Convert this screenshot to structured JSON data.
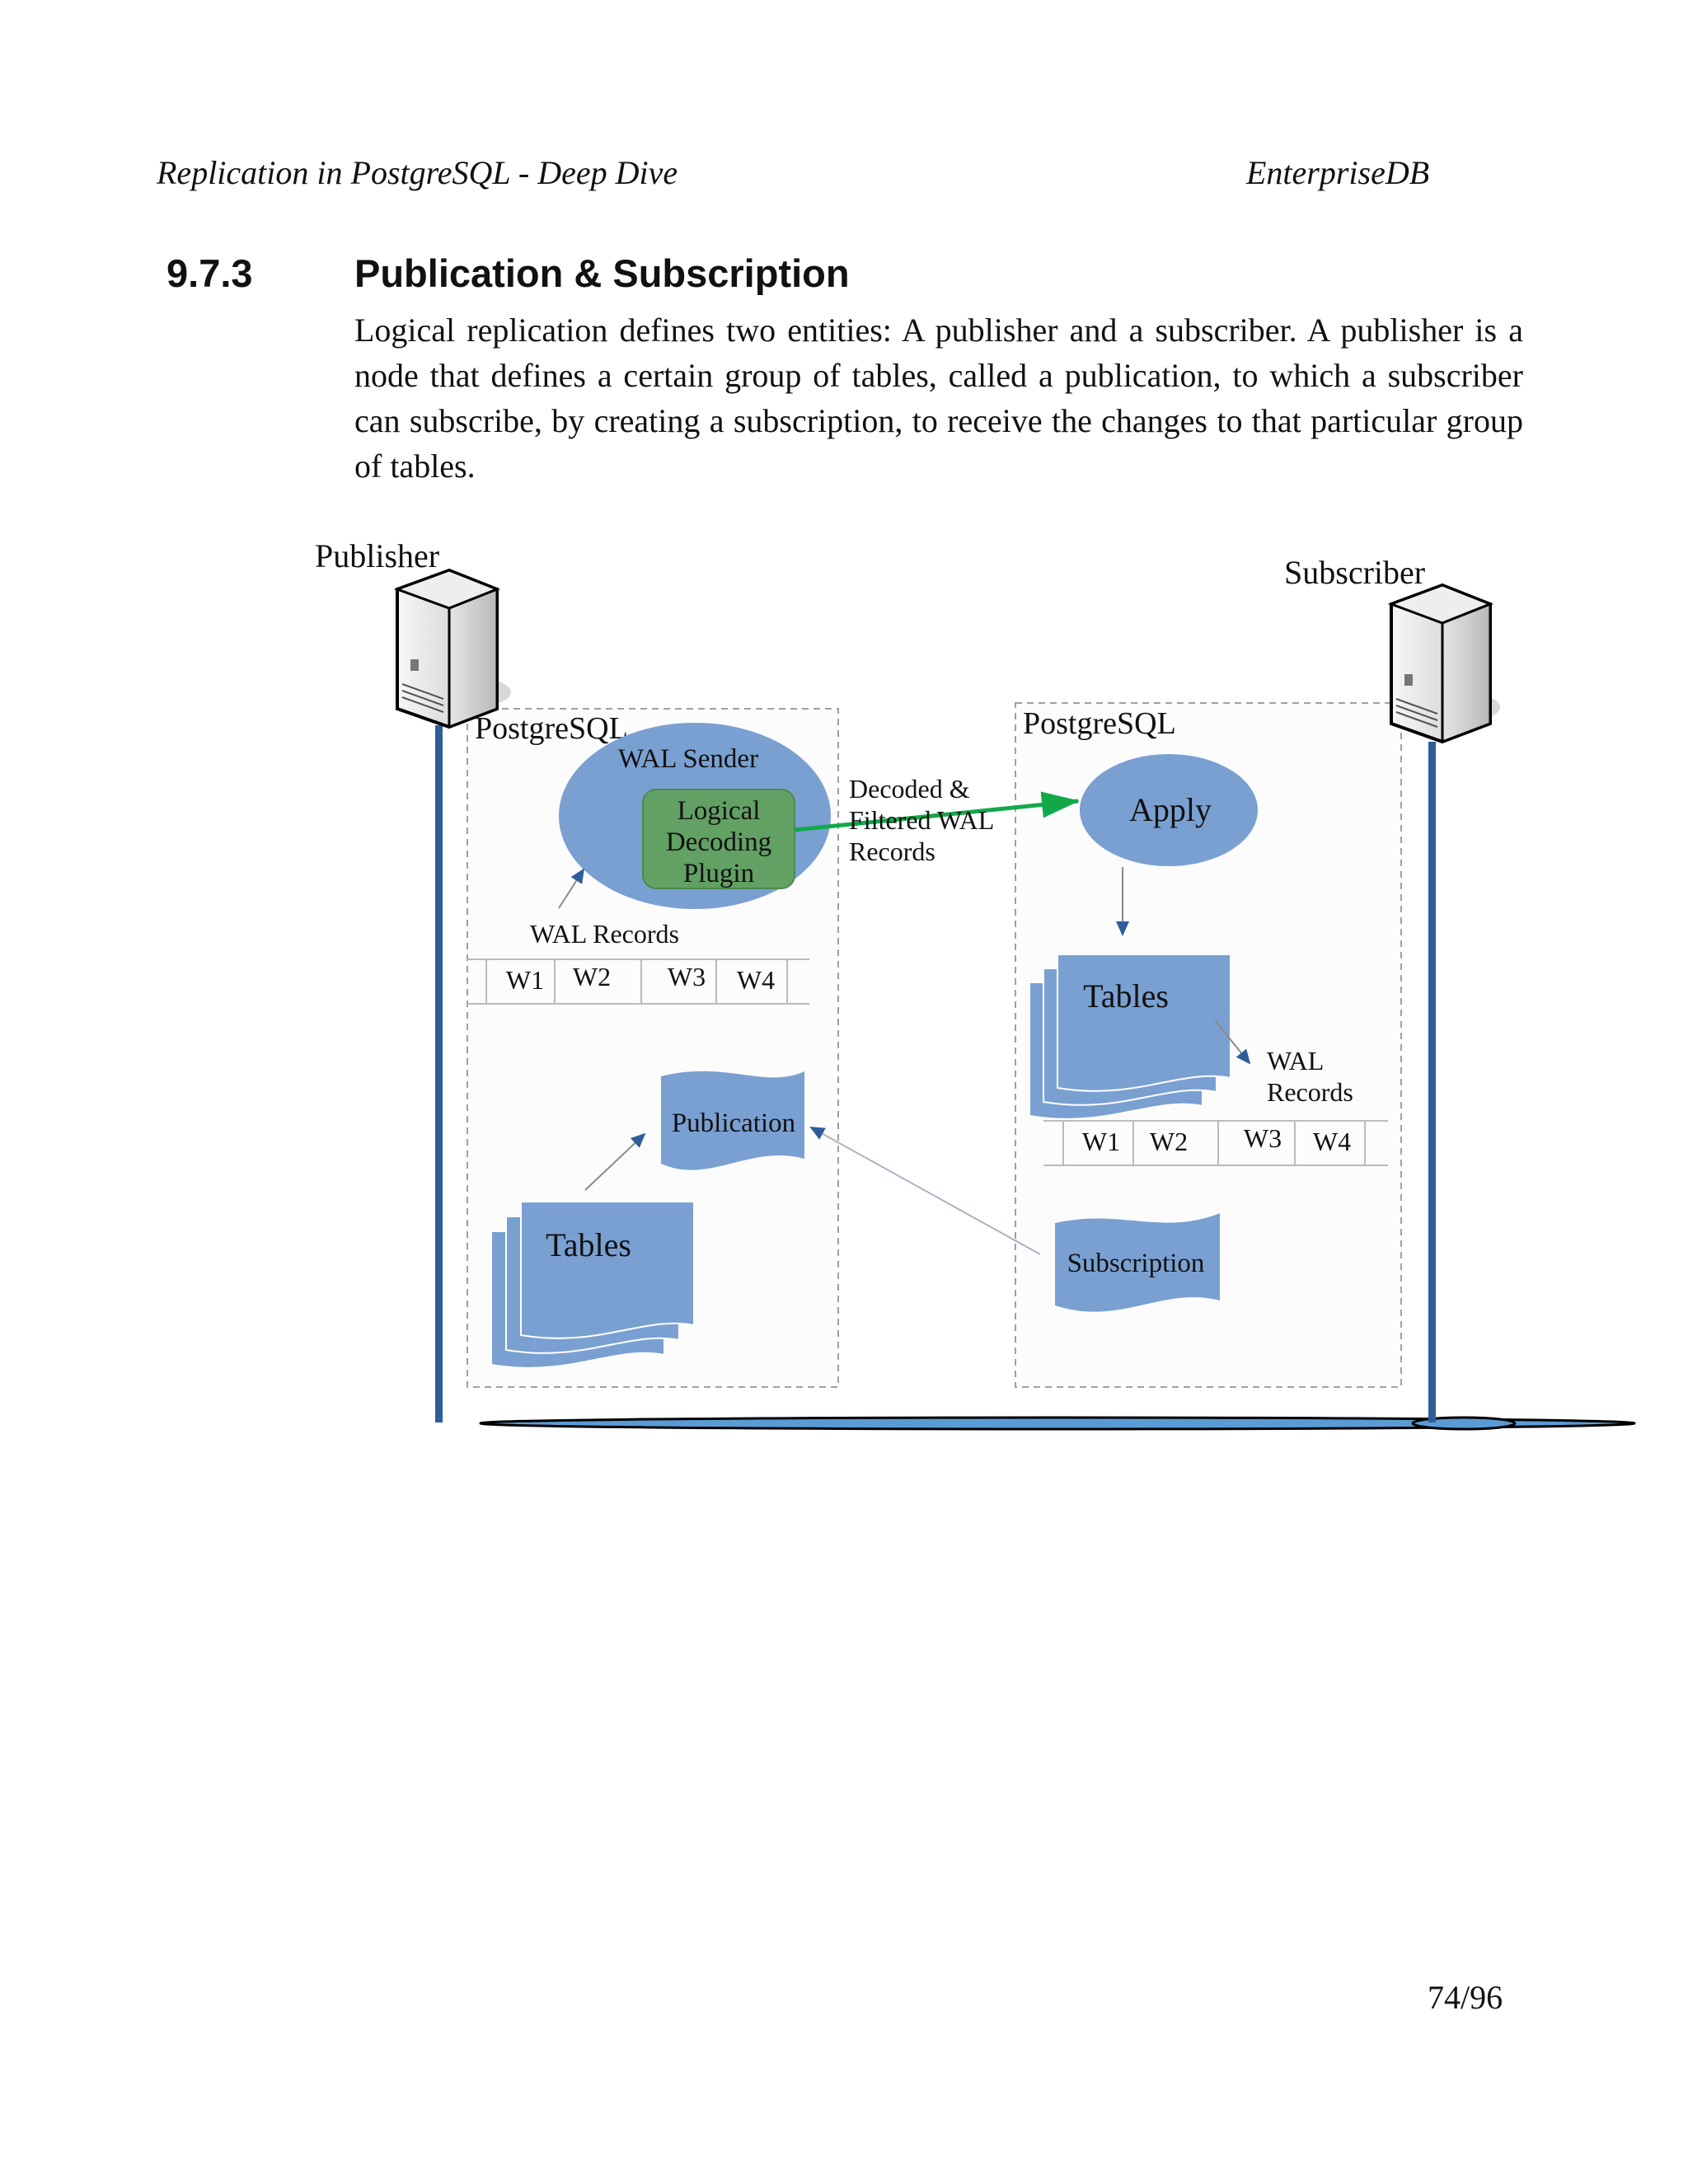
{
  "header": {
    "left": "Replication in PostgreSQL - Deep Dive",
    "right": "EnterpriseDB"
  },
  "section": {
    "number": "9.7.3",
    "title": "Publication & Subscription"
  },
  "body": "Logical replication defines two entities: A publisher and a subscriber. A publisher is a node that defines a certain group of tables, called a publication, to which a subscriber can subscribe, by creating a subscription, to receive the changes to that particular group of tables.",
  "diagram": {
    "publisher_label": "Publisher",
    "subscriber_label": "Subscriber",
    "publisher_db": "PostgreSQL",
    "subscriber_db": "PostgreSQL",
    "wal_sender": "WAL Sender",
    "plugin": [
      "Logical",
      "Decoding",
      "Plugin"
    ],
    "flow_label": [
      "Decoded &",
      "Filtered WAL",
      "Records"
    ],
    "apply": "Apply",
    "pub_wal_label": "WAL Records",
    "pub_wal_cells": [
      "W1",
      "W2",
      "W3",
      "W4"
    ],
    "publication": "Publication",
    "pub_tables": "Tables",
    "sub_tables": "Tables",
    "sub_wal_label": [
      "WAL",
      "Records"
    ],
    "sub_wal_cells": [
      "W1",
      "W2",
      "W3",
      "W4"
    ],
    "subscription": "Subscription",
    "colors": {
      "shape_blue": "#7aa0d2",
      "plugin_green": "#62a064",
      "flow_arrow": "#12a84a",
      "rail_blue": "#2e5e9a"
    }
  },
  "footer": {
    "page": "74/96"
  }
}
